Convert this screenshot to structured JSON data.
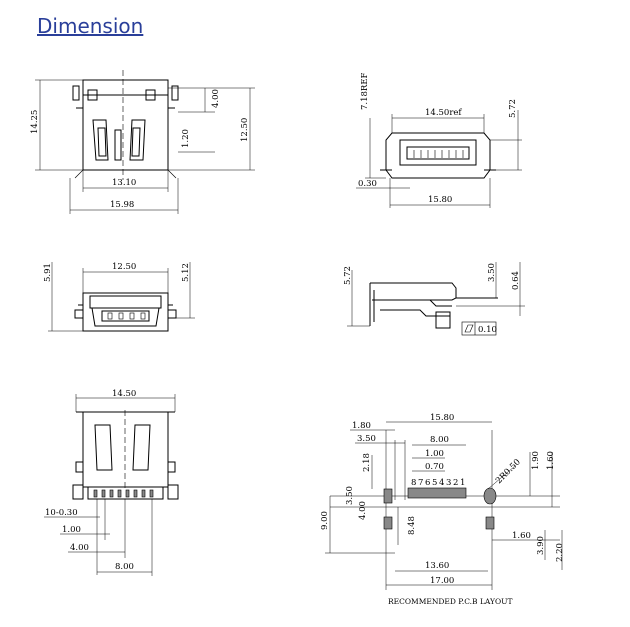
{
  "page": {
    "title": "Dimension"
  },
  "views": {
    "top": {
      "d_height": "14.25",
      "d_top": "4.00",
      "d_mid": "1.20",
      "d_right": "12.50",
      "d_inner": "13.10",
      "d_outer": "15.98"
    },
    "side_top": {
      "d_left": "7.18REF",
      "d_width": "14.50ref",
      "d_right": "5.72",
      "d_foot": "0.30",
      "d_total": "15.80"
    },
    "front": {
      "d_width": "12.50",
      "d_left": "5.91",
      "d_right": "5.12"
    },
    "side": {
      "d_left": "5.72",
      "d_a": "3.50",
      "d_b": "0.64",
      "d_flat": "0.10"
    },
    "bottom": {
      "d_width": "14.50",
      "d_a": "10-0.30",
      "d_b": "1.00",
      "d_c": "4.00",
      "d_d": "8.00"
    },
    "pcb": {
      "d_top": "15.80",
      "d_180": "1.80",
      "d_350": "3.50",
      "d_800": "8.00",
      "d_100": "1.00",
      "d_070": "0.70",
      "d_218": "2.18",
      "d_r": "2R0.50",
      "d_190": "1.90",
      "d_160a": "1.60",
      "d_350b": "3.50",
      "d_400": "4.00",
      "d_900": "9.00",
      "d_848": "8.48",
      "d_160b": "1.60",
      "d_390": "3.90",
      "d_220": "2.20",
      "d_1360": "13.60",
      "d_1700": "17.00",
      "pins": [
        "8",
        "7",
        "6",
        "5",
        "4",
        "3",
        "2",
        "1"
      ],
      "caption": "RECOMMENDED P.C.B LAYOUT"
    }
  }
}
